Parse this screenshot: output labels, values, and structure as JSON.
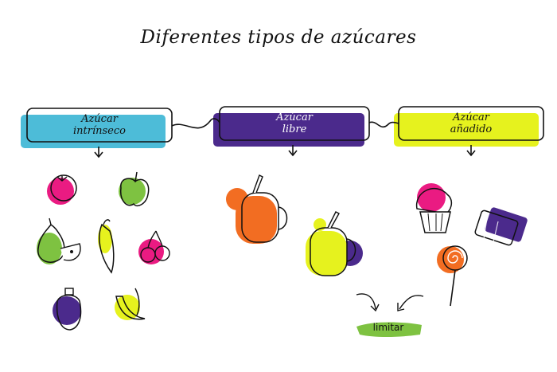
{
  "title": "Diferentes tipos de azúcares",
  "categories": [
    {
      "label_line1": "Azúcar",
      "label_line2": "intrínseco",
      "color": "#4dbcd8"
    },
    {
      "label_line1": "Azúcar",
      "label_line2": "libre",
      "color": "#4b2a8c"
    },
    {
      "label_line1": "Azúcar",
      "label_line2": "añadido",
      "color": "#e6f21e"
    }
  ],
  "limit_label": "limitar",
  "colors": {
    "magenta": "#ea1b82",
    "green": "#7ec241",
    "lime": "#e6f21e",
    "orange": "#f26d22",
    "purple": "#4b2a8c",
    "cyan": "#4dbcd8",
    "outline": "#111111"
  },
  "icons": [
    "tomato-icon",
    "apple-icon",
    "pear-icon",
    "chili-icon",
    "cherries-icon",
    "plum-icon",
    "banana-icon",
    "orange-juice-jar-icon",
    "lemonade-jar-icon",
    "cupcake-icon",
    "chocolate-bar-icon",
    "lollipop-icon"
  ]
}
